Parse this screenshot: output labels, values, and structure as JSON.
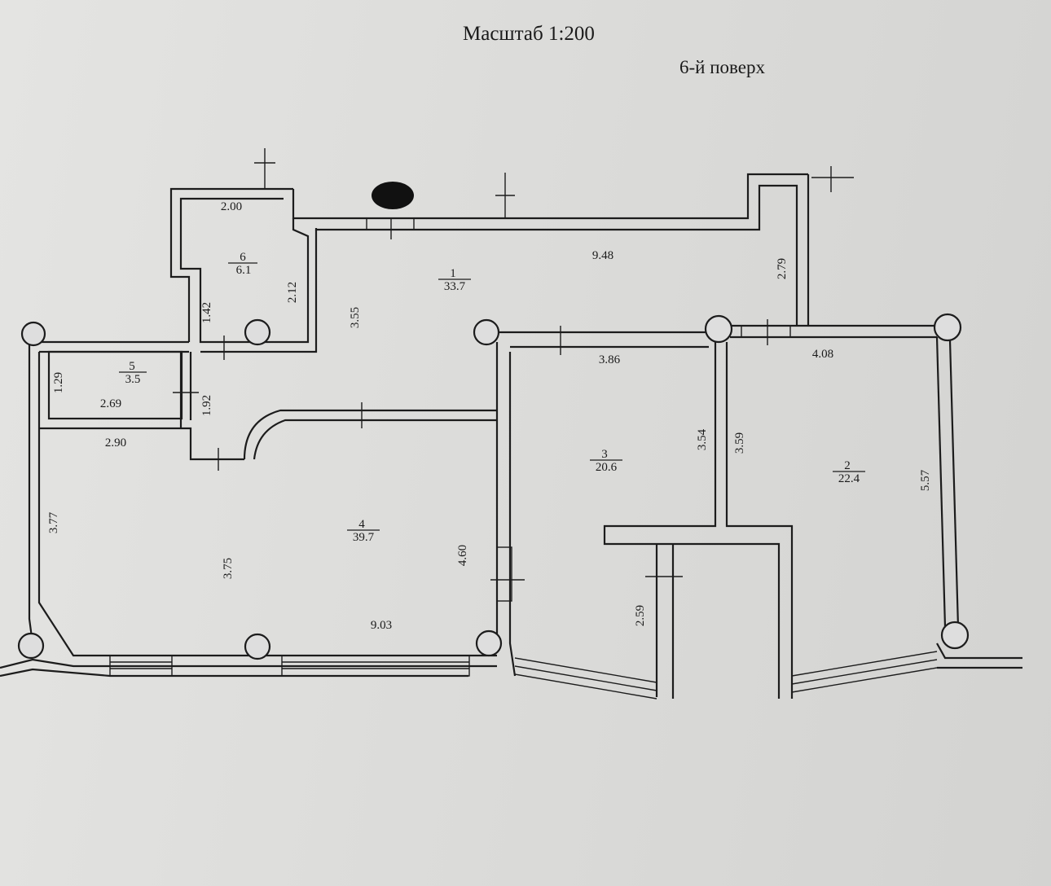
{
  "header": {
    "scale": "Масштаб 1:200",
    "floor": "6-й поверх"
  },
  "rooms": [
    {
      "number": "1",
      "area": "33.7"
    },
    {
      "number": "2",
      "area": "22.4"
    },
    {
      "number": "3",
      "area": "20.6"
    },
    {
      "number": "4",
      "area": "39.7"
    },
    {
      "number": "5",
      "area": "3.5"
    },
    {
      "number": "6",
      "area": "6.1"
    }
  ],
  "dimensions": {
    "room6_width": "2.00",
    "room6_height": "2.12",
    "room6_left": "1.42",
    "room1_length": "9.48",
    "room1_height": "3.55",
    "corridor_right": "2.79",
    "room3_width": "3.86",
    "room3_height": "3.54",
    "room2_width": "4.08",
    "room2_left": "3.59",
    "room2_height": "5.57",
    "room5_height": "1.29",
    "room5_width": "2.69",
    "hall_small": "1.92",
    "room4_top": "2.90",
    "room4_left": "3.77",
    "room4_inner": "3.75",
    "room4_right": "4.60",
    "room4_bottom": "9.03",
    "room3_lower": "2.59"
  }
}
